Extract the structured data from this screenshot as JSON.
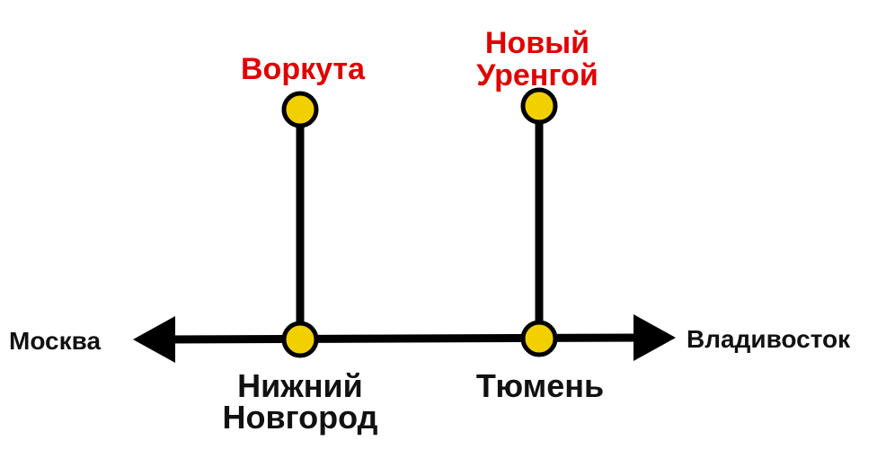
{
  "colors": {
    "line": "#000000",
    "node_fill": "#f2d000",
    "north_label": "#e00000",
    "main_label": "#111111"
  },
  "ends": {
    "west": "Москва",
    "east": "Владивосток"
  },
  "main_stations": {
    "left": [
      "Нижний",
      "Новгород"
    ],
    "right": [
      "Тюмень"
    ]
  },
  "north_stations": {
    "left": [
      "Воркута"
    ],
    "right": [
      "Новый",
      "Уренгой"
    ]
  }
}
